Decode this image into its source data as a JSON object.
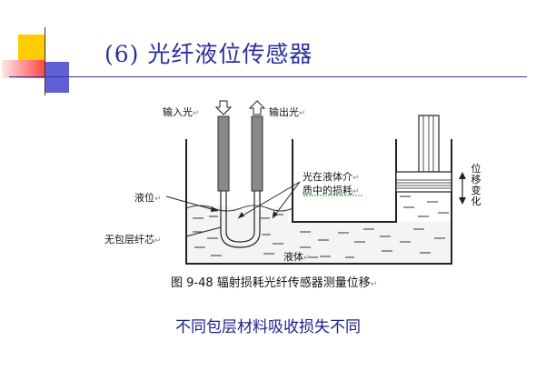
{
  "slide": {
    "title": "(6)  光纤液位传感器",
    "subtitle": "不同包层材料吸收损失不同",
    "caption": "图 9-48  辐射损耗光纤传感器测量位移",
    "caption_mark": "↵"
  },
  "diagram": {
    "label_input": "输入光",
    "label_output": "输出光",
    "label_level": "液位",
    "label_core": "无包层纤芯",
    "label_loss_line1": "光在液体介",
    "label_loss_line2": "质中的损耗",
    "label_liquid": "液体",
    "label_disp": "位移变化",
    "para_mark": "↵"
  },
  "colors": {
    "title": "#2b2fa0",
    "rule": "#333399",
    "deco_yellow": "#ffcc00",
    "deco_red": "#ff3333",
    "deco_blue": "#3333cc"
  }
}
